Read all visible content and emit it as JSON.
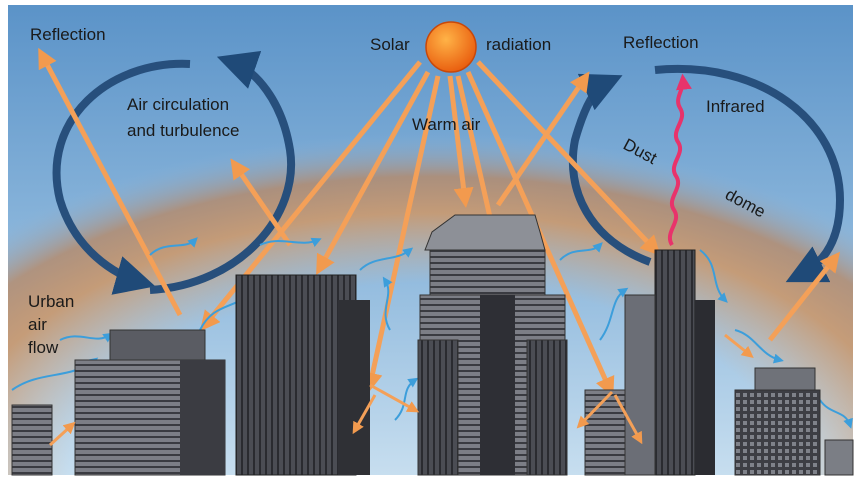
{
  "diagram": {
    "labels": {
      "solar": "Solar",
      "radiation": "radiation",
      "reflection_left": "Reflection",
      "reflection_right": "Reflection",
      "air_circulation_1": "Air circulation",
      "air_circulation_2": "and turbulence",
      "warm_air": "Warm air",
      "infrared": "Infrared",
      "dust": "Dust",
      "dome": "dome",
      "urban_1": "Urban",
      "urban_2": "air",
      "urban_3": "flow"
    },
    "colors": {
      "sky_top": "#5b93c8",
      "sky_bottom": "#bcd8ec",
      "dome": "#b07b52",
      "sun": "#f26a12",
      "solar_arrow": "#f4a058",
      "circulation_arrow": "#274f7c",
      "airflow": "#4aa6e0",
      "infrared": "#e8336b",
      "building_dark": "#3e3f45",
      "building_mid": "#6e7078"
    }
  }
}
